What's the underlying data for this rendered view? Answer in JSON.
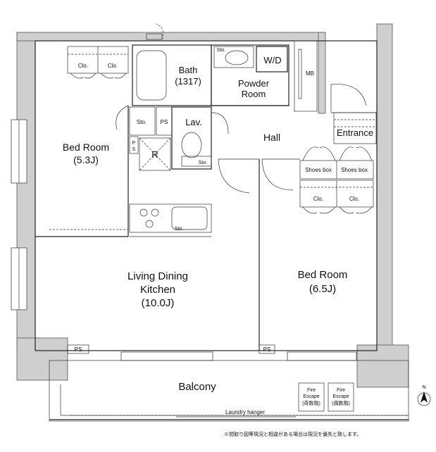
{
  "rooms": {
    "bath": [
      "Bath",
      "(1317)"
    ],
    "powder": [
      "Powder",
      "Room"
    ],
    "wd": "W/D",
    "mb": "MB",
    "entrance": "Entrance",
    "hall": "Hall",
    "bed1": [
      "Bed Room",
      "(5.3J)"
    ],
    "lav": "Lav.",
    "ldk": [
      "Living Dining",
      "Kitchen",
      "(10.0J)"
    ],
    "bed2": [
      "Bed Room",
      "(6.5J)"
    ],
    "balcony": "Balcony",
    "laundry": "Laundry hanger"
  },
  "fixtures": {
    "clo": "Clo.",
    "sto": "Sto.",
    "ps": "PS",
    "r": "R",
    "shoes": "Shoes box",
    "fire1": [
      "Fire",
      "Escape",
      "(奇数階)"
    ],
    "fire2": [
      "Fire",
      "Escape",
      "(偶数階)"
    ]
  },
  "north": "N",
  "note": "※間取り図等現況と相違がある場合は現況を優先と致します。"
}
